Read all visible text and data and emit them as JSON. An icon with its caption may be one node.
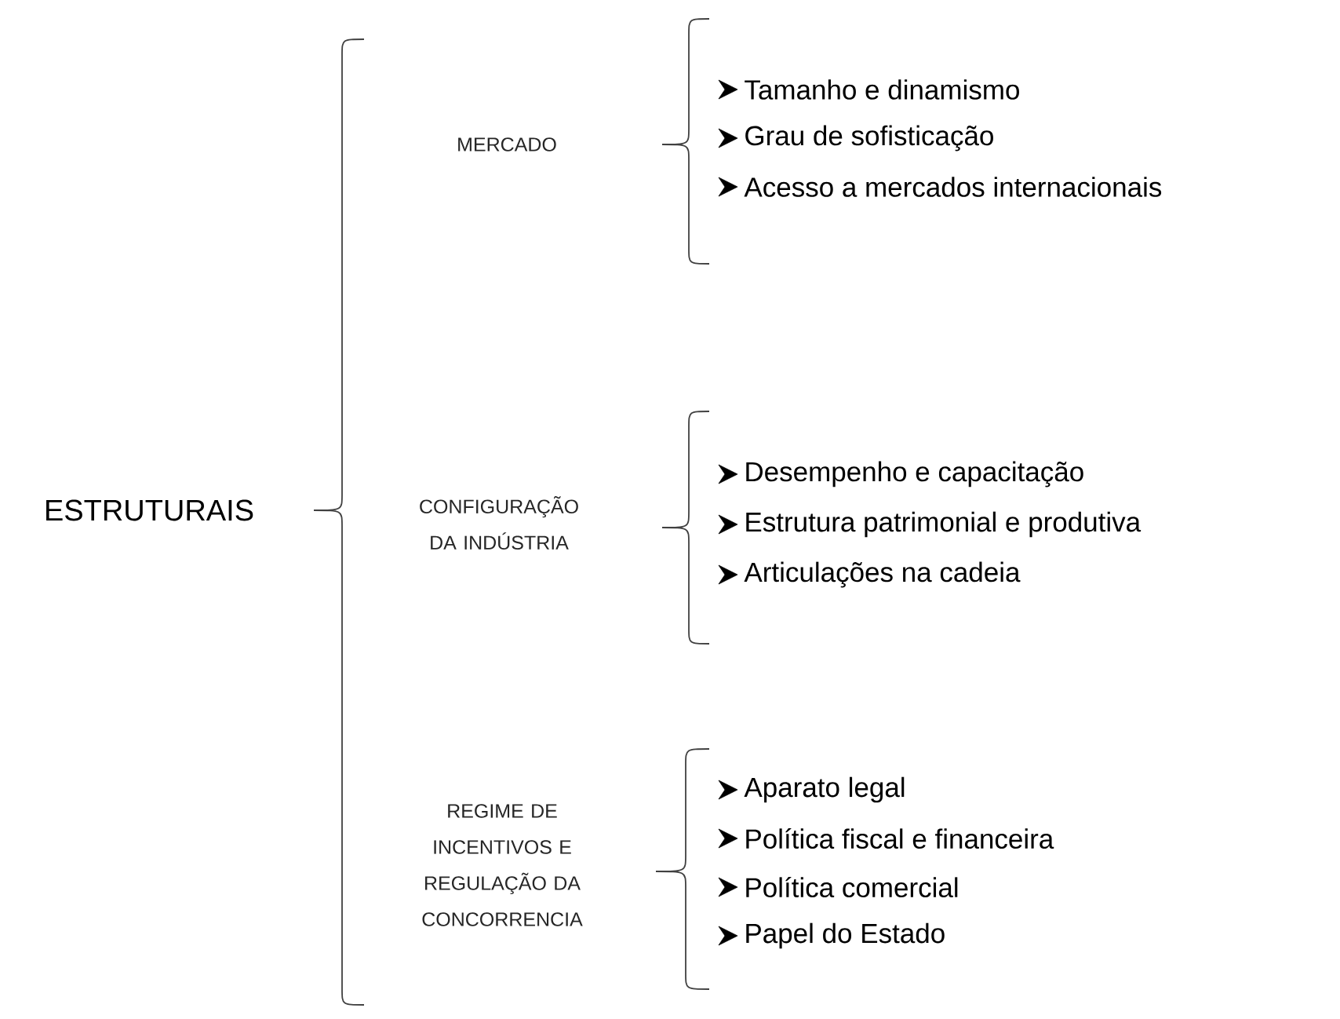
{
  "diagram": {
    "labels": [
      "ESTRUTURAIS",
      "MERCADO",
      "Tamanho e dinamismo",
      "Grau de sofisticação",
      "Acesso a mercados internacionais",
      "CONFIGURAÇÃO DA INDÚSTRIA",
      "Desempenho e capacitação",
      "Estrutura patrimonial e produtiva",
      "Articulações na cadeia",
      "REGIME DE INCENTIVOS E REGULAÇÃO DA CONCORRENCIA",
      "Aparato legal",
      "Política fiscal e financeira",
      "Política comercial",
      "Papel do Estado"
    ]
  }
}
